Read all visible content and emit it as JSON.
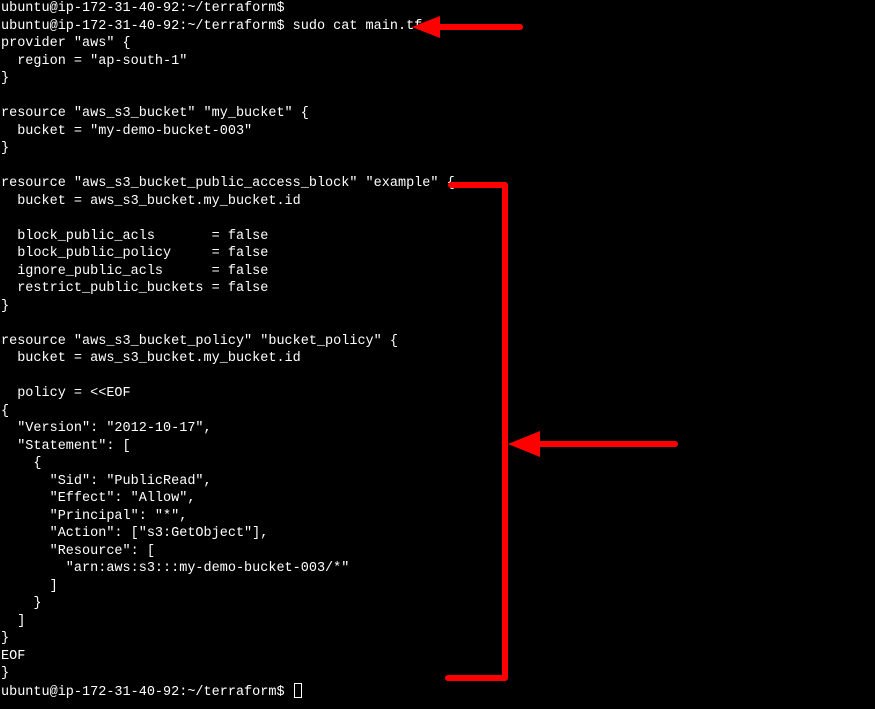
{
  "terminal": {
    "prompt": "ubuntu@ip-172-31-40-92:~/terraform$",
    "command": "sudo cat main.tf",
    "lines": [
      "ubuntu@ip-172-31-40-92:~/terraform$",
      "ubuntu@ip-172-31-40-92:~/terraform$ sudo cat main.tf",
      "provider \"aws\" {",
      "  region = \"ap-south-1\"",
      "}",
      "",
      "resource \"aws_s3_bucket\" \"my_bucket\" {",
      "  bucket = \"my-demo-bucket-003\"",
      "}",
      "",
      "resource \"aws_s3_bucket_public_access_block\" \"example\" {",
      "  bucket = aws_s3_bucket.my_bucket.id",
      "",
      "  block_public_acls       = false",
      "  block_public_policy     = false",
      "  ignore_public_acls      = false",
      "  restrict_public_buckets = false",
      "}",
      "",
      "resource \"aws_s3_bucket_policy\" \"bucket_policy\" {",
      "  bucket = aws_s3_bucket.my_bucket.id",
      "",
      "  policy = <<EOF",
      "{",
      "  \"Version\": \"2012-10-17\",",
      "  \"Statement\": [",
      "    {",
      "      \"Sid\": \"PublicRead\",",
      "      \"Effect\": \"Allow\",",
      "      \"Principal\": \"*\",",
      "      \"Action\": [\"s3:GetObject\"],",
      "      \"Resource\": [",
      "        \"arn:aws:s3:::my-demo-bucket-003/*\"",
      "      ]",
      "    }",
      "  ]",
      "}",
      "EOF",
      "}",
      "ubuntu@ip-172-31-40-92:~/terraform$ "
    ]
  },
  "colors": {
    "background": "#000000",
    "text": "#ffffff",
    "annotation": "#ff0000"
  }
}
